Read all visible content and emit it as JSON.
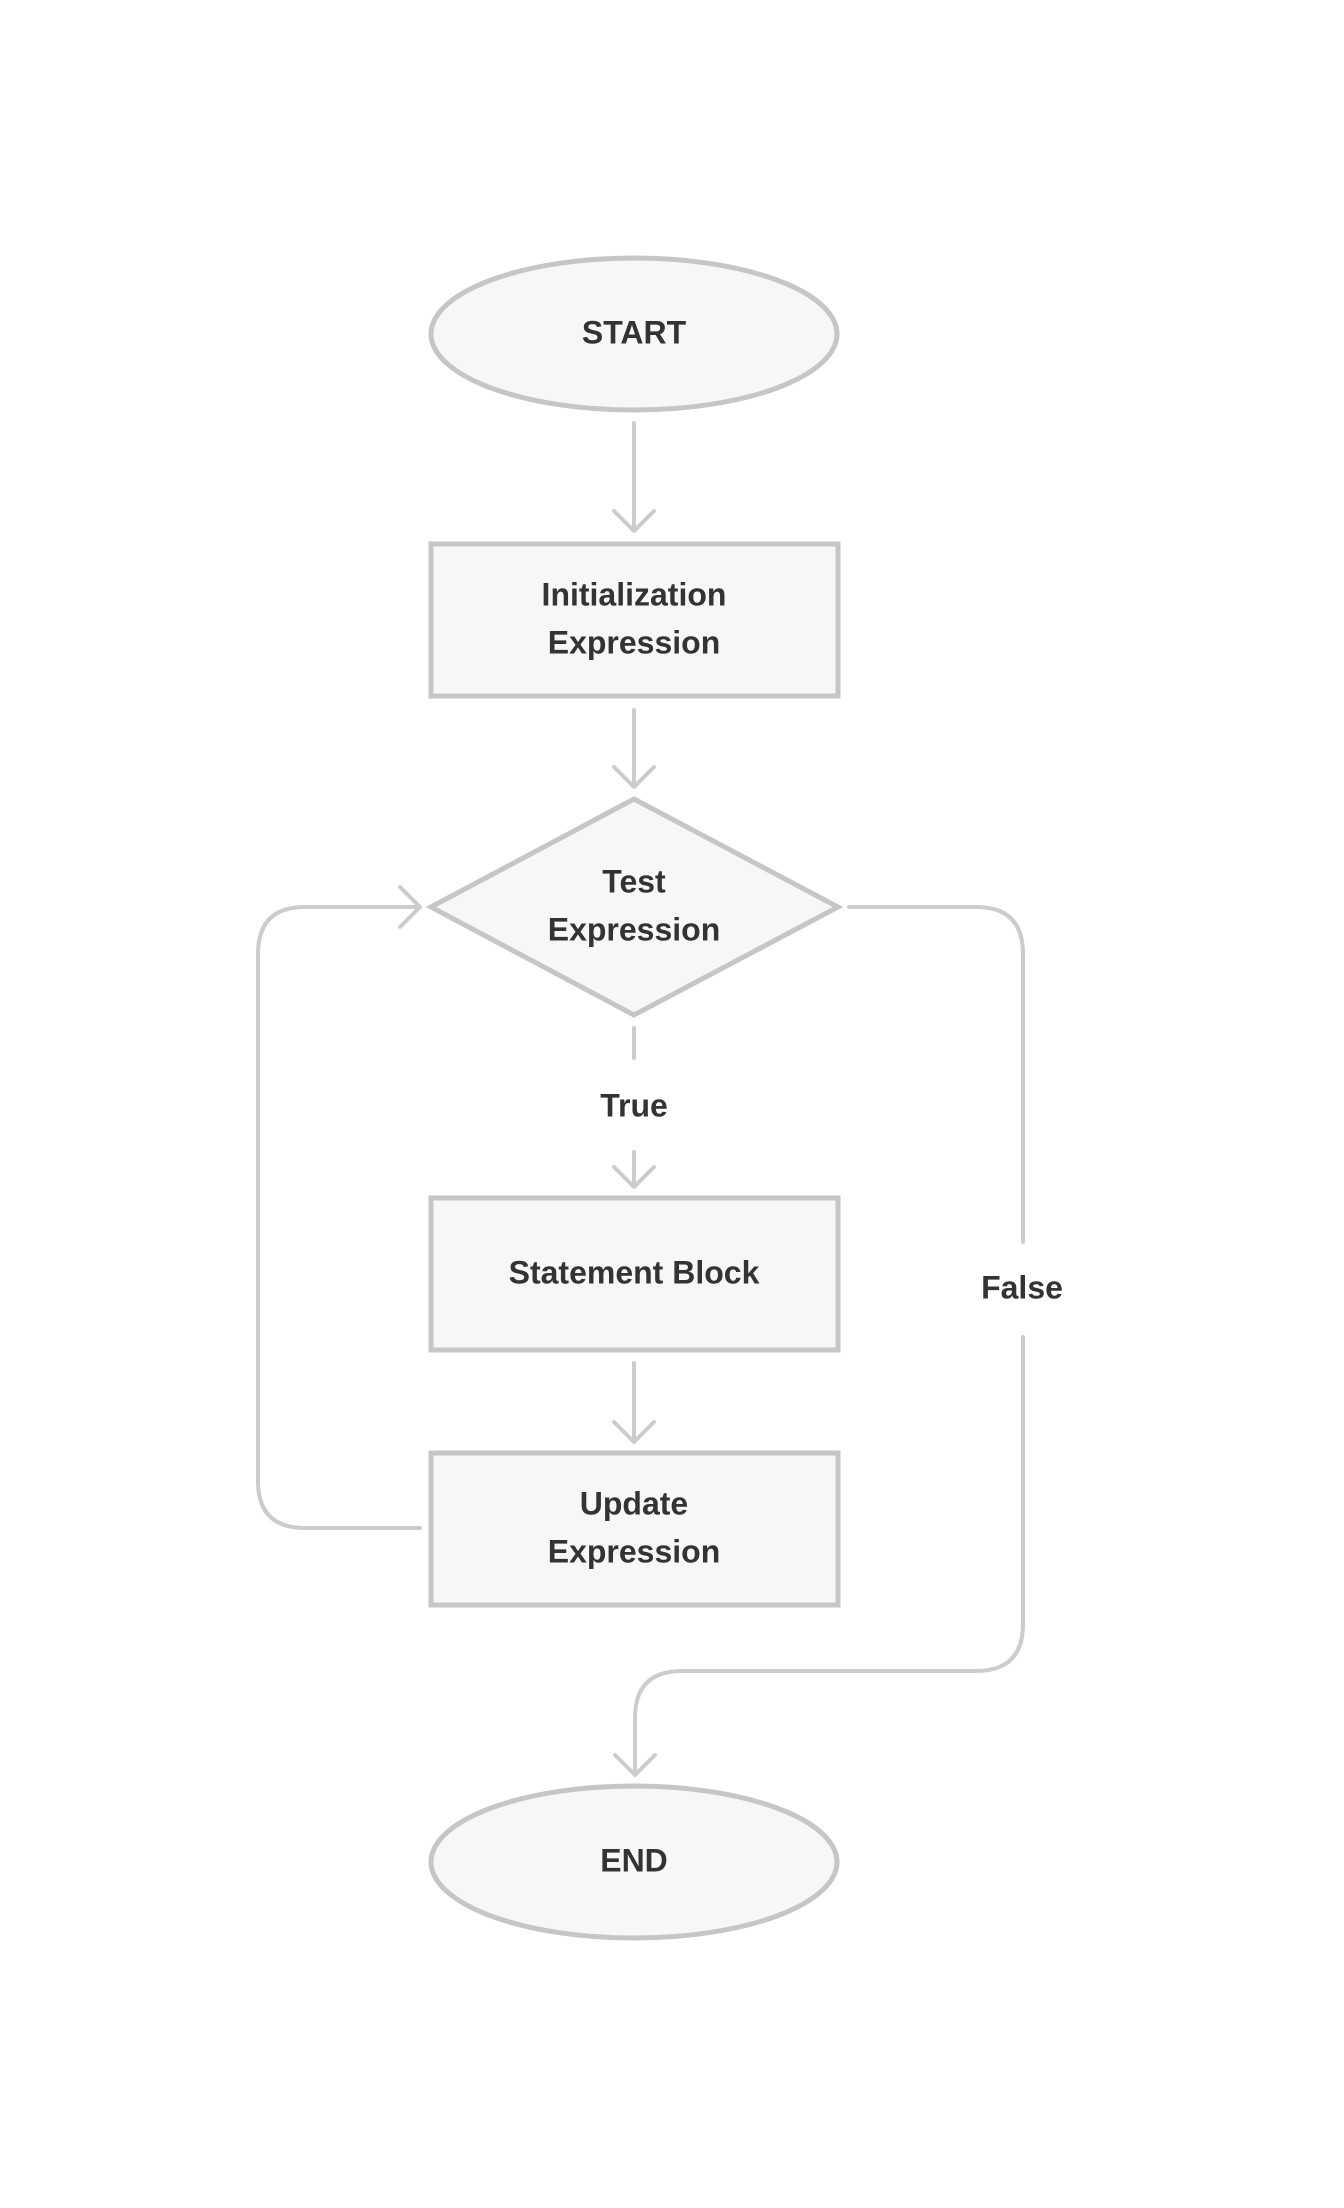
{
  "nodes": {
    "start": {
      "label": "START"
    },
    "init": {
      "line1": "Initialization",
      "line2": "Expression"
    },
    "test": {
      "line1": "Test",
      "line2": "Expression"
    },
    "statement": {
      "label": "Statement Block"
    },
    "update": {
      "line1": "Update",
      "line2": "Expression"
    },
    "end": {
      "label": "END"
    }
  },
  "edges": {
    "true_label": "True",
    "false_label": "False"
  },
  "colors": {
    "node_fill": "#f7f7f7",
    "node_stroke": "#c6c6c6",
    "edge_stroke": "#cccccc",
    "text": "#333333"
  }
}
